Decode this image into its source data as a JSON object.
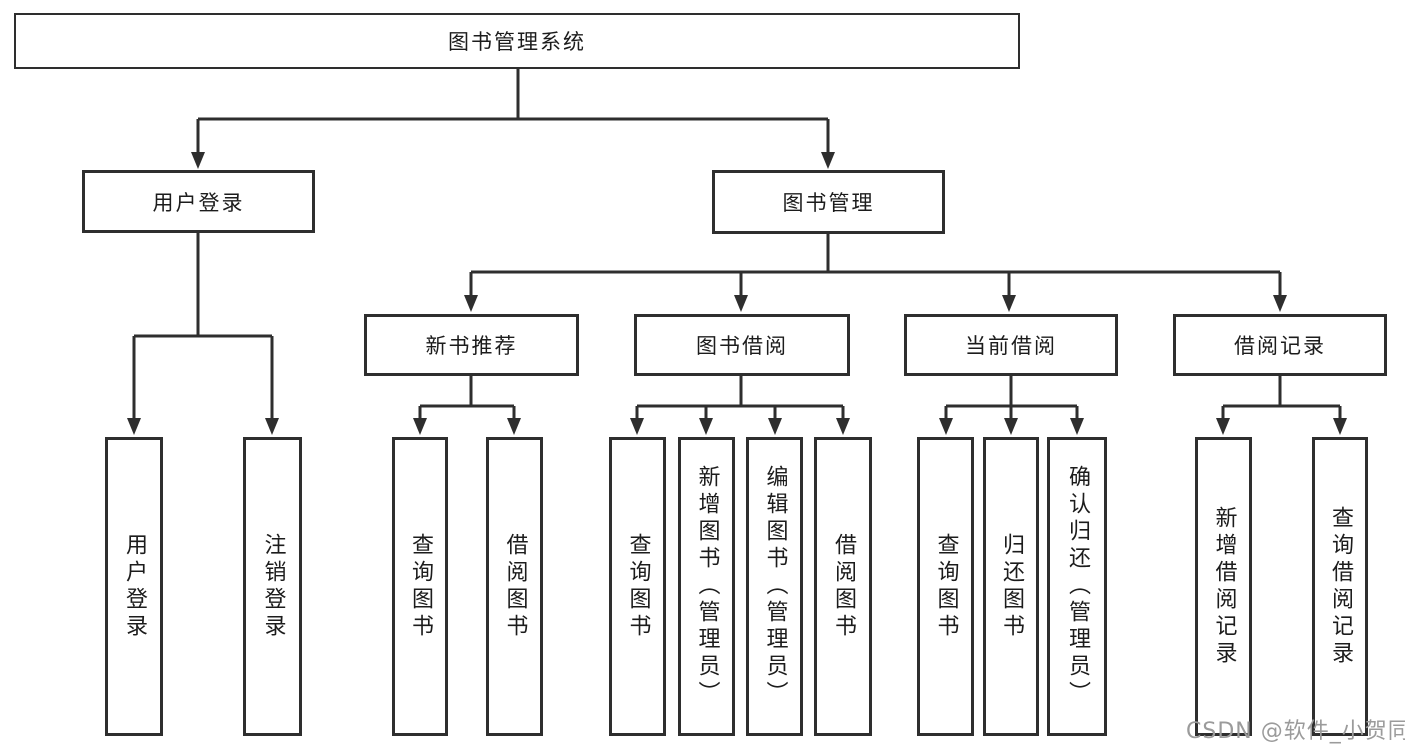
{
  "diagram": {
    "type": "tree",
    "orientation": "top-down",
    "colors": {
      "line": "#2e2e2e",
      "box_border": "#2e2e2e",
      "box_fill": "#ffffff",
      "text": "#1c1c1c",
      "watermark": "#9b9b9b"
    },
    "tree": {
      "label": "图书管理系统",
      "children": [
        {
          "label": "用户登录",
          "children": [
            {
              "label": "用户登录"
            },
            {
              "label": "注销登录"
            }
          ]
        },
        {
          "label": "图书管理",
          "children": [
            {
              "label": "新书推荐",
              "children": [
                {
                  "label": "查询图书"
                },
                {
                  "label": "借阅图书"
                }
              ]
            },
            {
              "label": "图书借阅",
              "children": [
                {
                  "label": "查询图书"
                },
                {
                  "label": "新增图书（管理员）"
                },
                {
                  "label": "编辑图书（管理员）"
                },
                {
                  "label": "借阅图书"
                }
              ]
            },
            {
              "label": "当前借阅",
              "children": [
                {
                  "label": "查询图书"
                },
                {
                  "label": "归还图书"
                },
                {
                  "label": "确认归还（管理员）"
                }
              ]
            },
            {
              "label": "借阅记录",
              "children": [
                {
                  "label": "新增借阅记录"
                },
                {
                  "label": "查询借阅记录"
                }
              ]
            }
          ]
        }
      ]
    },
    "watermark": {
      "text": "CSDN @软件_小贺同学"
    }
  }
}
